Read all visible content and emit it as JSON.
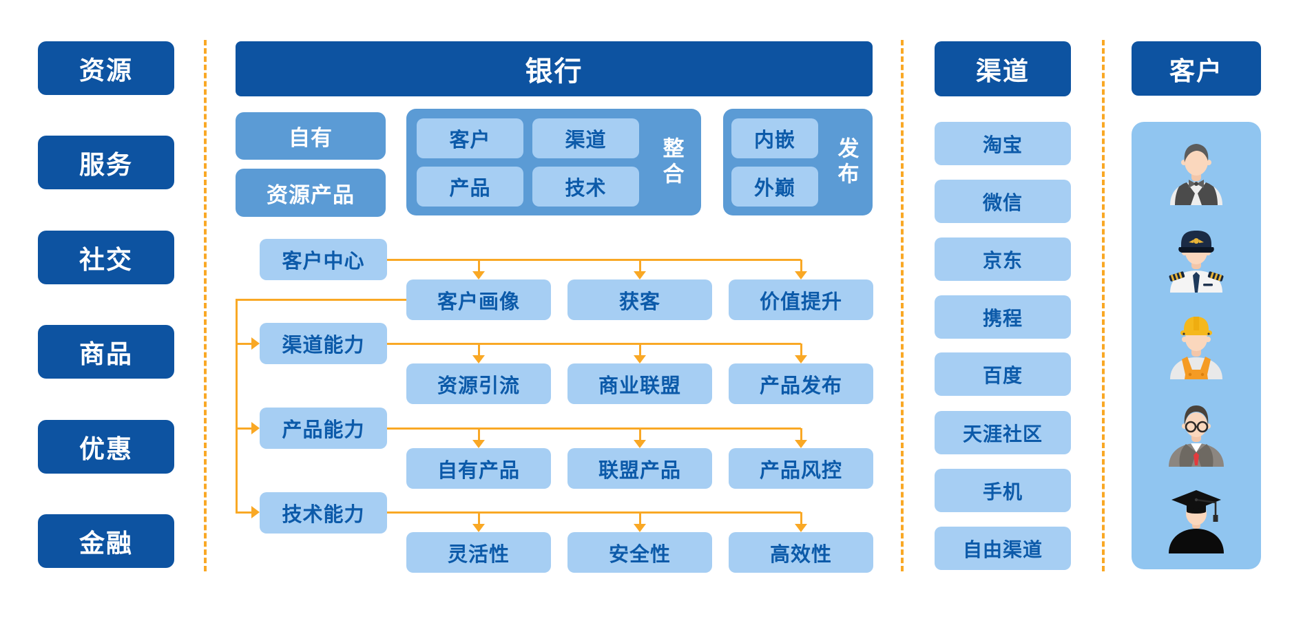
{
  "left_column": {
    "items": [
      "资源",
      "服务",
      "社交",
      "商品",
      "优惠",
      "金融"
    ]
  },
  "bank": {
    "title": "银行",
    "own_label": "自有",
    "resource_product_label": "资源产品",
    "integration": {
      "label": "整合",
      "items": [
        "客户",
        "渠道",
        "产品",
        "技术"
      ]
    },
    "publish": {
      "label": "发布",
      "items": [
        "内嵌",
        "外巅"
      ]
    },
    "flow_rows": [
      {
        "capability": "客户中心",
        "children": [
          "客户画像",
          "获客",
          "价值提升"
        ]
      },
      {
        "capability": "渠道能力",
        "children": [
          "资源引流",
          "商业联盟",
          "产品发布"
        ]
      },
      {
        "capability": "产品能力",
        "children": [
          "自有产品",
          "联盟产品",
          "产品风控"
        ]
      },
      {
        "capability": "技术能力",
        "children": [
          "灵活性",
          "安全性",
          "高效性"
        ]
      }
    ]
  },
  "channels": {
    "title": "渠道",
    "items": [
      "淘宝",
      "微信",
      "京东",
      "携程",
      "百度",
      "天涯社区",
      "手机",
      "自由渠道"
    ]
  },
  "customers": {
    "title": "客户",
    "avatars": [
      "waiter",
      "pilot",
      "construction-worker",
      "businessman",
      "graduate"
    ]
  },
  "colors": {
    "header_blue": "#0D53A1",
    "medium_blue": "#5B9BD5",
    "light_blue": "#A6CEF3",
    "customer_panel_blue": "#90C5F0",
    "box_text_blue": "#0C5AA9",
    "accent_orange": "#F9A825"
  }
}
